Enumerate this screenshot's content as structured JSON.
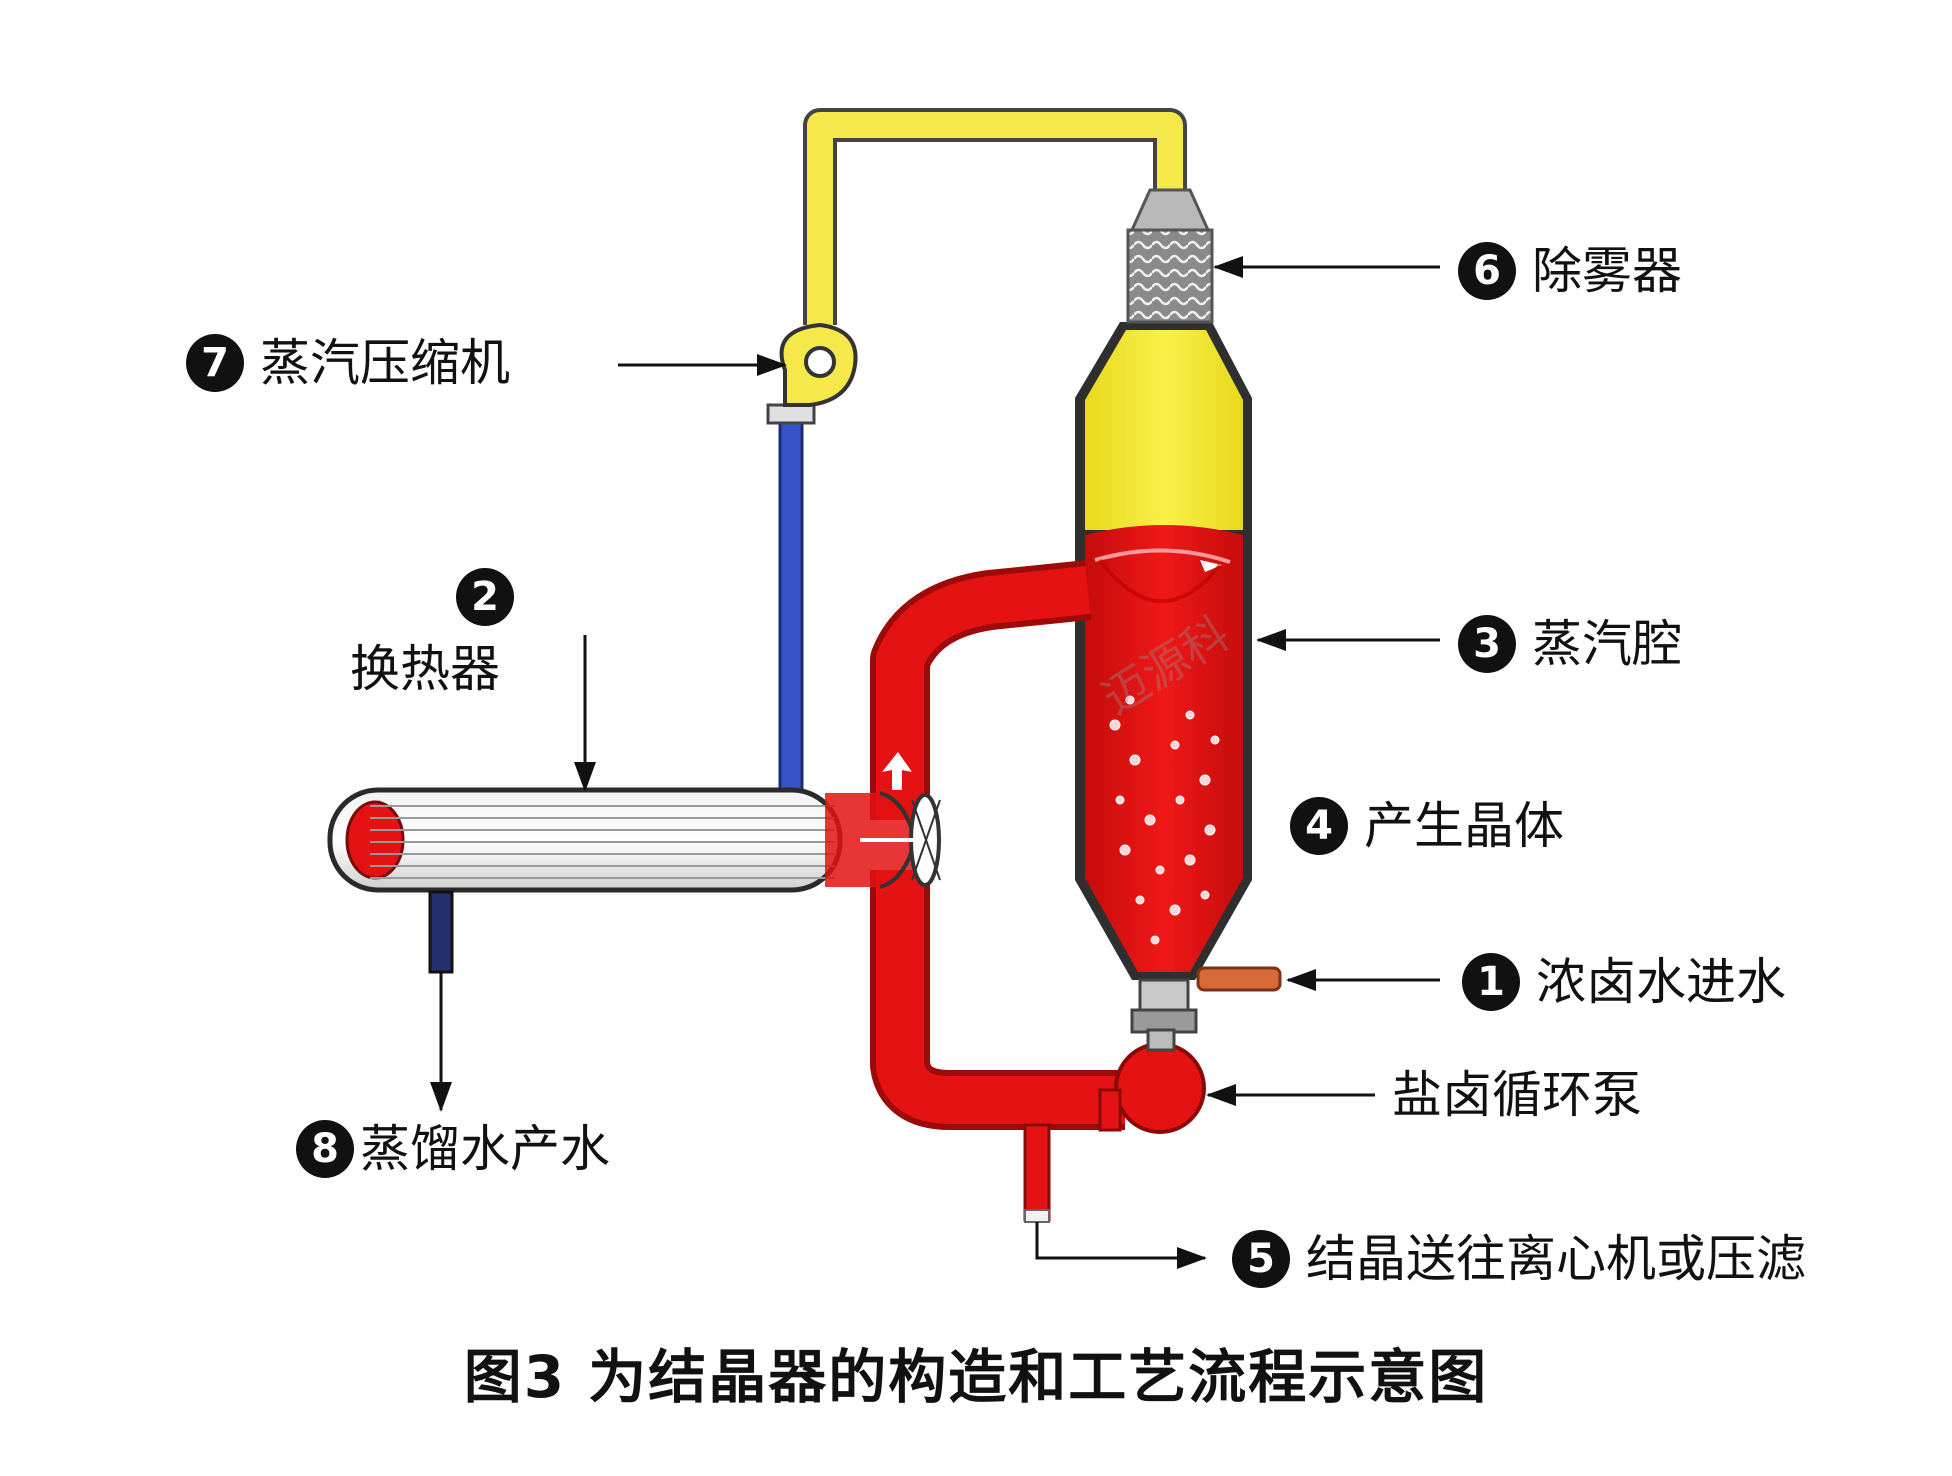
{
  "labels": {
    "demister": {
      "num": "6",
      "text": "除雾器"
    },
    "compressor": {
      "num": "7",
      "text": "蒸汽压缩机"
    },
    "heat_exchanger": {
      "num": "2",
      "text": "换热器"
    },
    "vapor_chamber": {
      "num": "3",
      "text": "蒸汽腔"
    },
    "crystals": {
      "num": "4",
      "text": "产生晶体"
    },
    "brine_inlet": {
      "num": "1",
      "text": "浓卤水进水"
    },
    "pump": {
      "text": "盐卤循环泵"
    },
    "distillate": {
      "num": "8",
      "text": "蒸馏水产水"
    },
    "crystal_output": {
      "num": "5",
      "text": "结晶送往离心机或压滤"
    }
  },
  "caption": "图3  为结晶器的构造和工艺流程示意图",
  "watermark": "迈源科",
  "colors": {
    "steam_pipe": "#f5e84a",
    "vapor": "#f4ea2c",
    "brine": "#e41212",
    "cold_pipe": "#3553c8",
    "inlet_pipe": "#d86a3a",
    "vessel_wall": "#3a3a3a",
    "text": "#111111"
  }
}
